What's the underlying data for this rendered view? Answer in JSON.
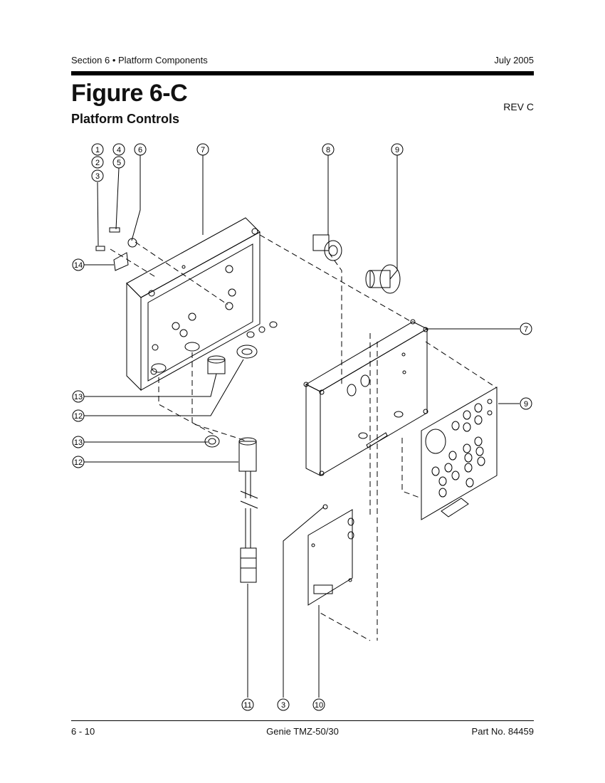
{
  "header": {
    "section": "Section 6 • Platform Components",
    "date": "July 2005"
  },
  "figure": {
    "title": "Figure 6-C",
    "subtitle": "Platform Controls",
    "revision": "REV C"
  },
  "callouts": [
    "1",
    "2",
    "3",
    "4",
    "5",
    "6",
    "7",
    "8",
    "9",
    "14",
    "7",
    "9",
    "13",
    "12",
    "13",
    "12",
    "11",
    "3",
    "10"
  ],
  "footer": {
    "page": "6 - 10",
    "model": "Genie TMZ-50/30",
    "part_number": "Part No. 84459"
  }
}
